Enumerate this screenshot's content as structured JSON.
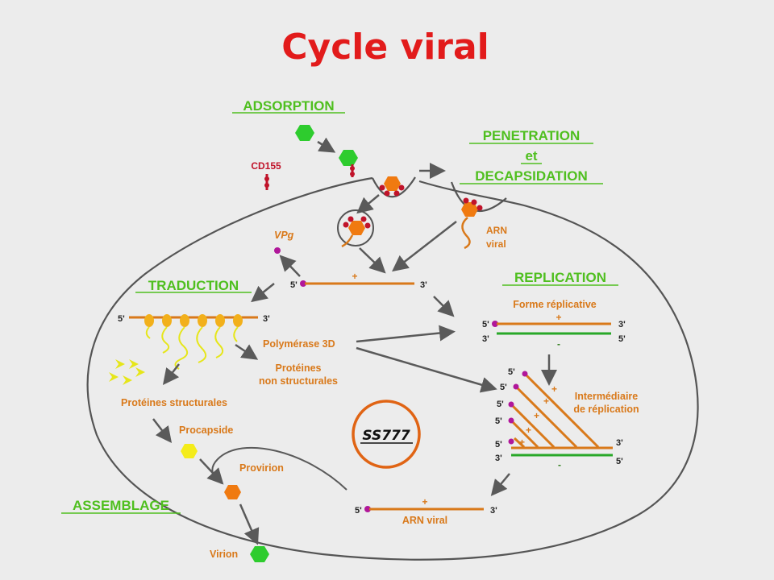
{
  "title": "Cycle viral",
  "steps": {
    "adsorption": "ADSORPTION",
    "penetration_1": "PENETRATION",
    "penetration_2": "et",
    "penetration_3": "DECAPSIDATION",
    "traduction": "TRADUCTION",
    "replication": "REPLICATION",
    "assemblage": "ASSEMBLAGE"
  },
  "labels": {
    "cd155": "CD155",
    "vpg": "VPg",
    "arn_viral_1": "ARN",
    "arn_viral_2": "viral",
    "polymerase": "Polymérase 3D",
    "proteines_ns_1": "Protéines",
    "proteines_ns_2": "non structurales",
    "proteines_structurales": "Protéines  structurales",
    "procapside": "Procapside",
    "provirion": "Provirion",
    "virion": "Virion",
    "forme_replicative": "Forme  réplicative",
    "intermediaire_1": "Intermédiaire",
    "intermediaire_2": "de réplication",
    "arn_viral_bottom": "ARN viral"
  },
  "ends": {
    "five": "5'",
    "three": "3'",
    "plus": "+",
    "minus": "-"
  },
  "stamp": "SS777",
  "colors": {
    "title": "#e21b1b",
    "step": "#4fbf1f",
    "label": "#d9791a",
    "rna_plus": "#d9791a",
    "rna_minus": "#28a828",
    "vpg": "#b0179a",
    "virion": "#2ecc2e",
    "procapsid": "#f4ec1a",
    "provirion": "#f07a10",
    "stamp_ring": "#e06414"
  }
}
